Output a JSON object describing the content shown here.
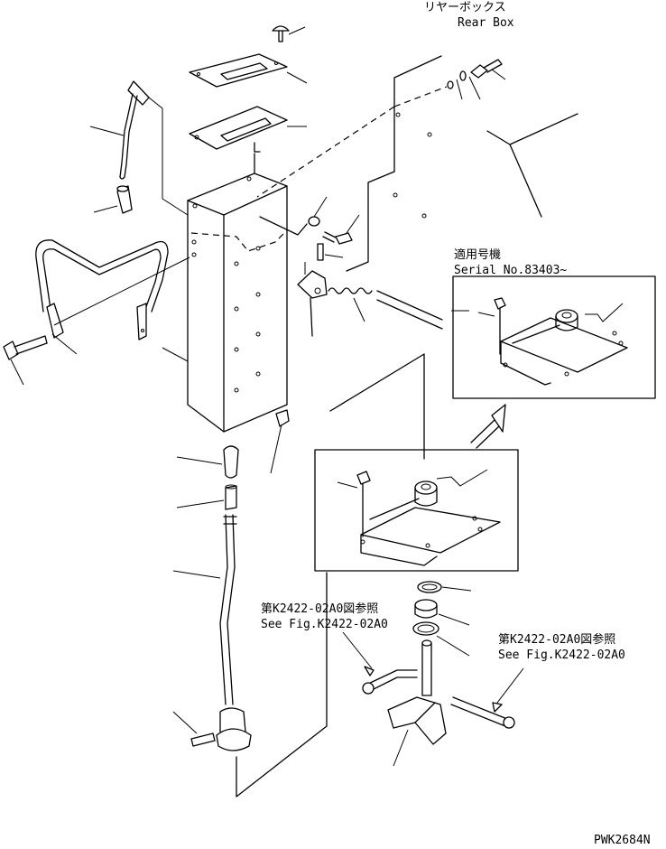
{
  "labels": {
    "rear_box_jp": "リヤーボックス",
    "rear_box_en": "Rear Box",
    "applicable_jp": "適用号機",
    "serial_en": "Serial No.83403~",
    "fig_ref_left_jp": "第K2422-02A0図参照",
    "fig_ref_left_en": "See Fig.K2422-02A0",
    "fig_ref_right_jp": "第K2422-02A0図参照",
    "fig_ref_right_en": "See Fig.K2422-02A0",
    "drawing_id": "PWK2684N"
  },
  "colors": {
    "line": "#000000",
    "background": "#ffffff"
  }
}
